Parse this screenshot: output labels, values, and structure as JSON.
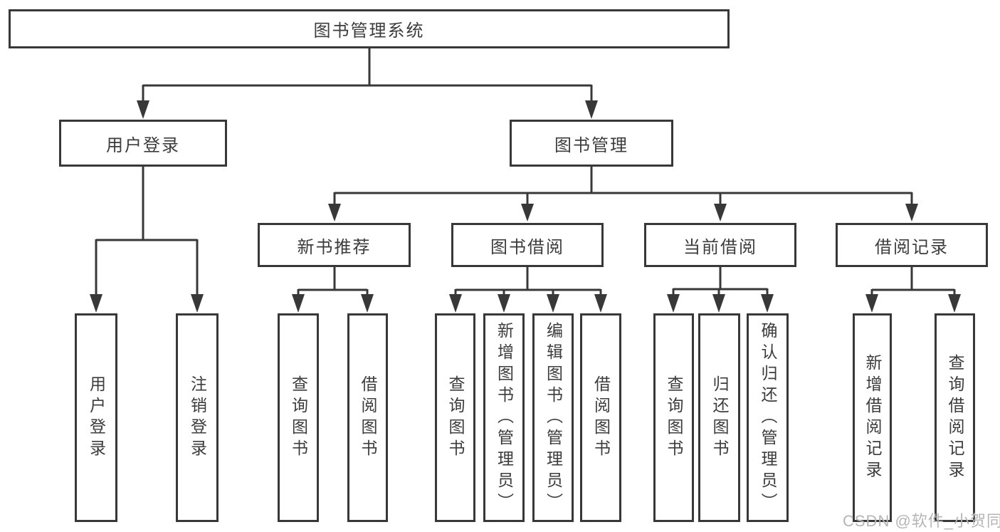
{
  "diagram": {
    "title": "图书管理系统",
    "colors": {
      "line": "#383838",
      "text": "#3c3c3c",
      "background": "#ffffff",
      "watermark": "#b5b5b5"
    },
    "nodes": {
      "root": "图书管理系统",
      "user_login": "用户登录",
      "book_mgmt": "图书管理",
      "new_book_rec": "新书推荐",
      "book_borrow": "图书借阅",
      "current_borrow": "当前借阅",
      "borrow_records": "借阅记录",
      "leaf_user_login": "用户登录",
      "leaf_logout": "注销登录",
      "leaf_nbr_query": "查询图书",
      "leaf_nbr_borrow": "借阅图书",
      "leaf_bb_query": "查询图书",
      "leaf_bb_add": "新增图书（管理员）",
      "leaf_bb_edit": "编辑图书（管理员）",
      "leaf_bb_borrow": "借阅图书",
      "leaf_cb_query": "查询图书",
      "leaf_cb_return": "归还图书",
      "leaf_cb_confirm": "确认归还（管理员）",
      "leaf_br_add": "新增借阅记录",
      "leaf_br_query": "查询借阅记录"
    },
    "hierarchy": {
      "图书管理系统": {
        "用户登录": [
          "用户登录",
          "注销登录"
        ],
        "图书管理": {
          "新书推荐": [
            "查询图书",
            "借阅图书"
          ],
          "图书借阅": [
            "查询图书",
            "新增图书（管理员）",
            "编辑图书（管理员）",
            "借阅图书"
          ],
          "当前借阅": [
            "查询图书",
            "归还图书",
            "确认归还（管理员）"
          ],
          "借阅记录": [
            "新增借阅记录",
            "查询借阅记录"
          ]
        }
      }
    }
  },
  "watermark": {
    "text": "CSDN @软件_小贺同学"
  }
}
